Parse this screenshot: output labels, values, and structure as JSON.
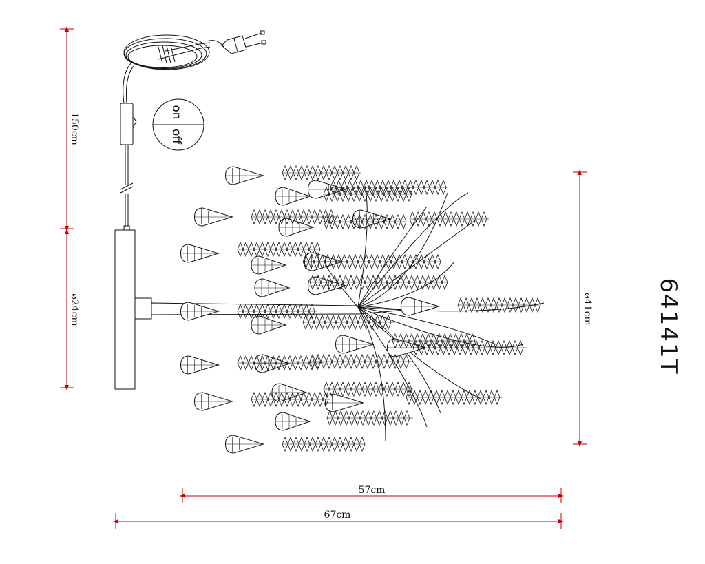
{
  "model_code": "64141T",
  "switch_labels": {
    "on": "on",
    "off": "off"
  },
  "dimensions": {
    "cable_length": "150cm",
    "base_diameter": "⌀24cm",
    "shade_diameter": "⌀41cm",
    "inner_width": "57cm",
    "overall_width": "67cm"
  },
  "colors": {
    "dimension_line": "#cc0000",
    "outline": "#111111",
    "background": "#ffffff"
  }
}
